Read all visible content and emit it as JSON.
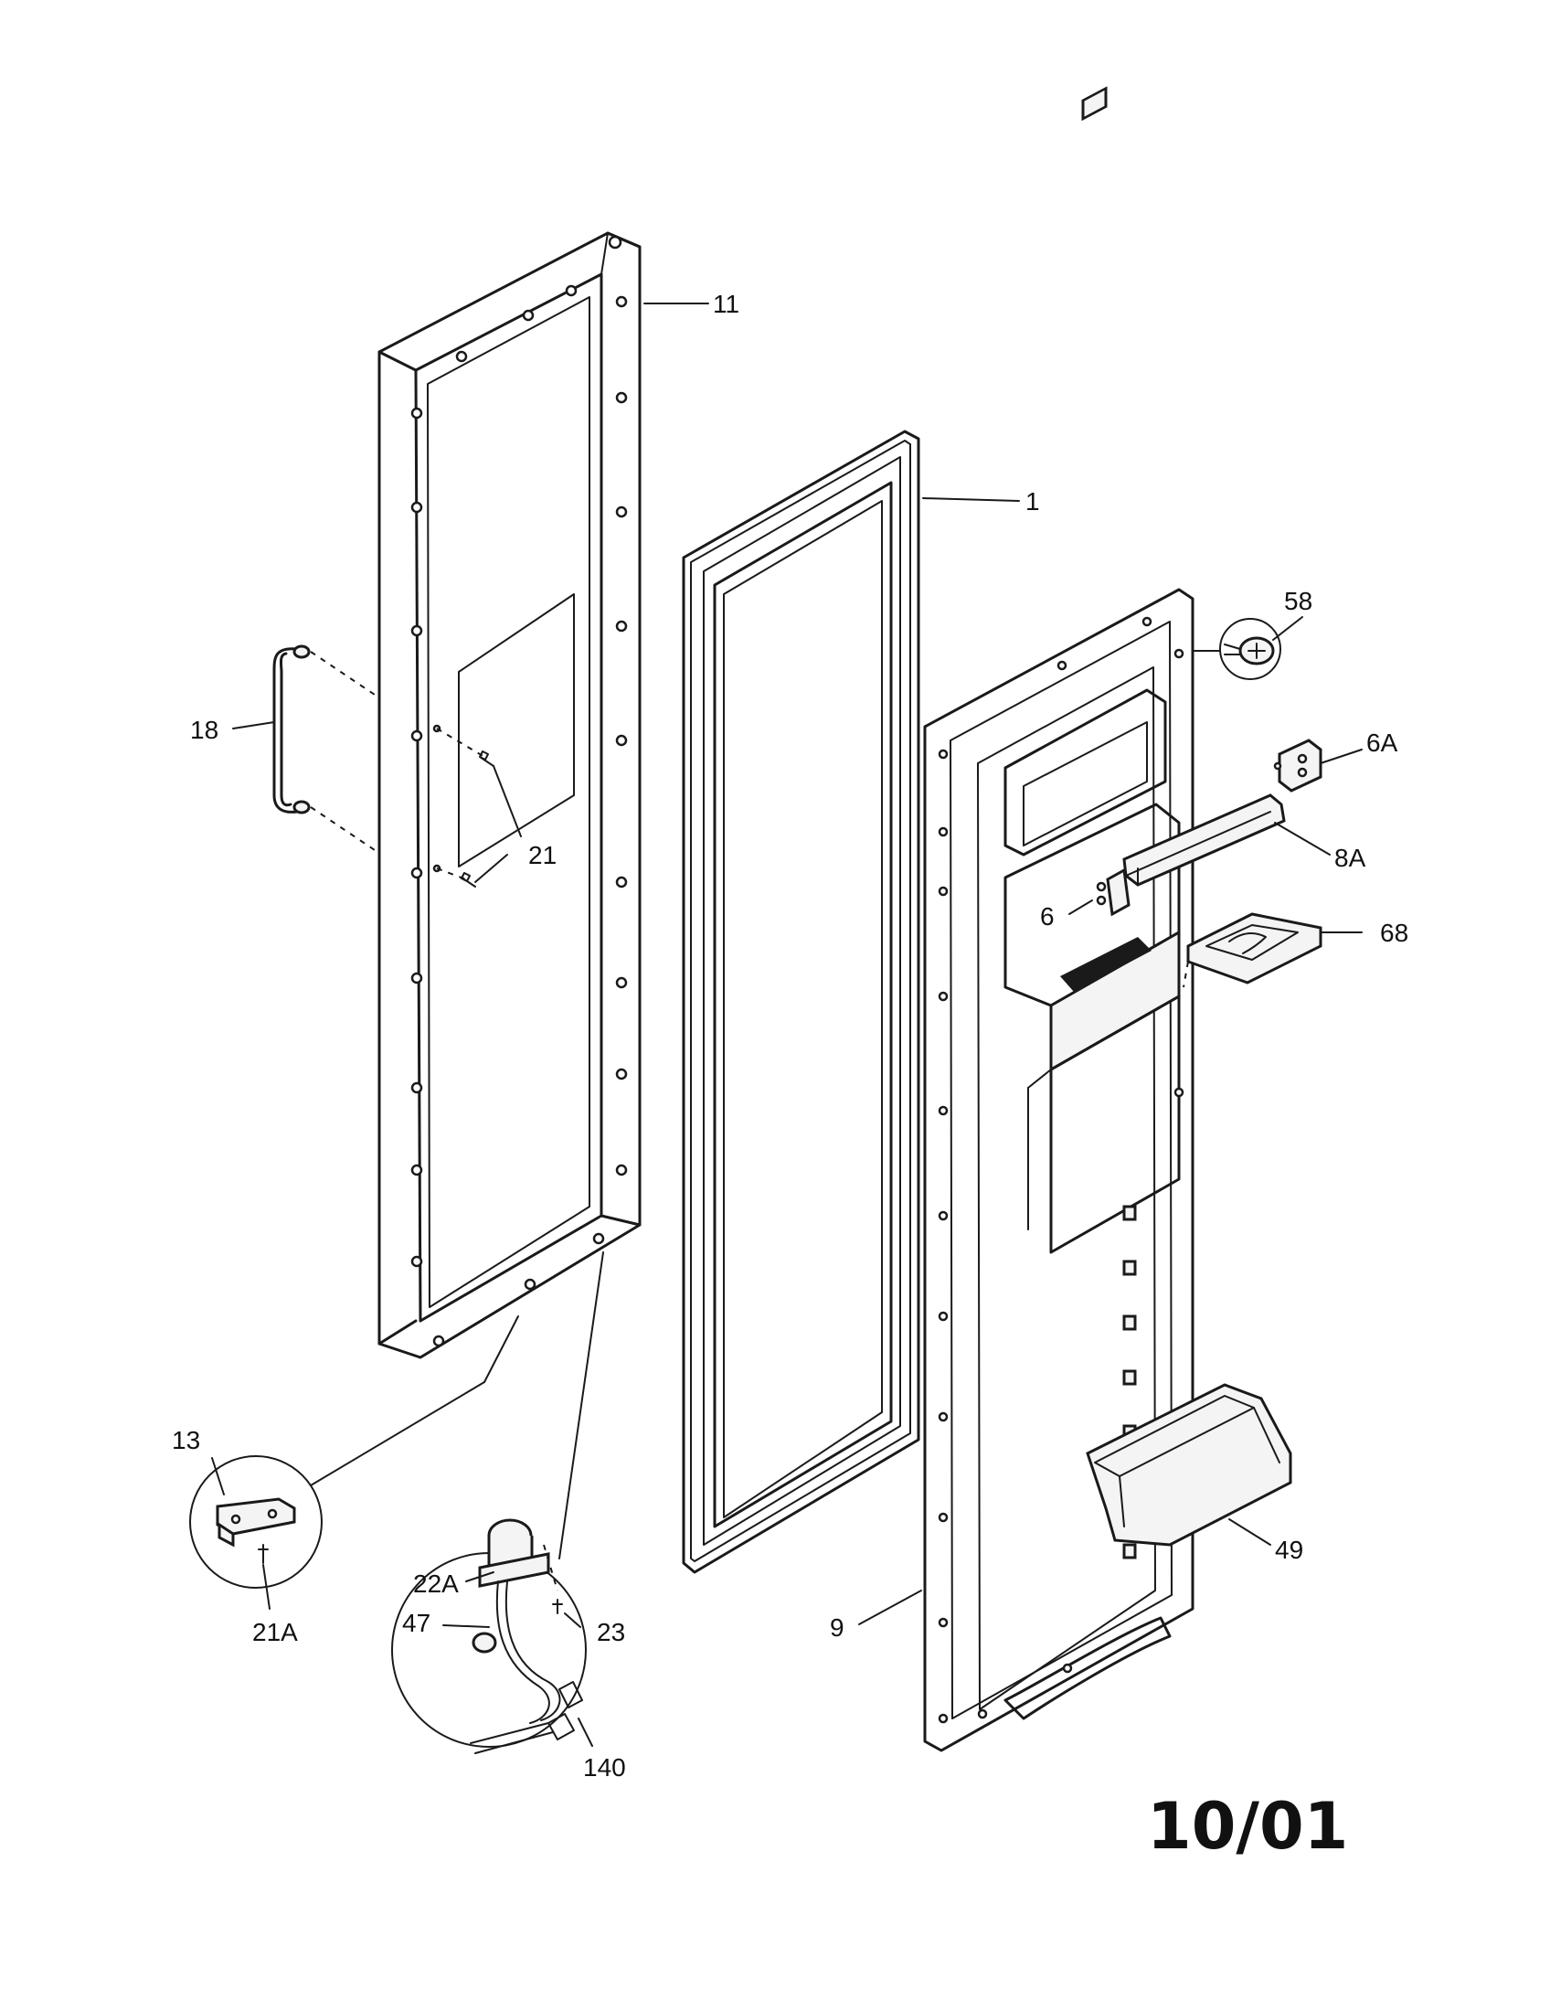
{
  "callouts": {
    "p11": "11",
    "p1": "1",
    "p58": "58",
    "p6A": "6A",
    "p8A": "8A",
    "p6": "6",
    "p68": "68",
    "p18": "18",
    "p21": "21",
    "p13": "13",
    "p21A": "21A",
    "p22A": "22A",
    "p47": "47",
    "p23": "23",
    "p140": "140",
    "p9": "9",
    "p49": "49"
  },
  "revision_date": "10/01"
}
